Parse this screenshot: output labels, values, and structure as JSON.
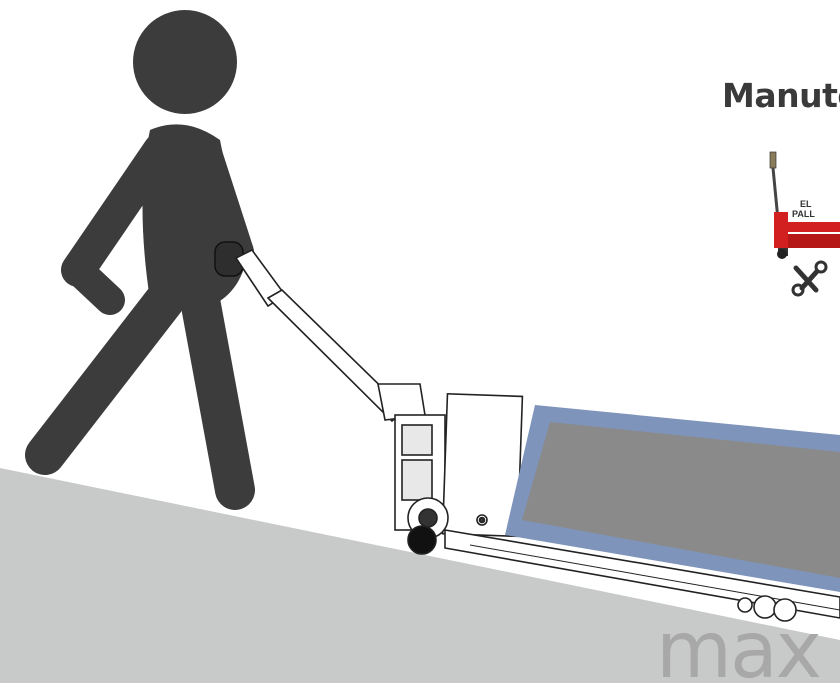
{
  "title": "Manute",
  "watermark": "max",
  "thumbnail": {
    "label_line1": "EL",
    "label_line2": "PALL",
    "icon": "tools-icon",
    "product_color": "#d21f1f"
  },
  "colors": {
    "person": "#3c3c3c",
    "ground": "#c8c9c9",
    "load_border": "#7f94bb",
    "load_fill": "#8a8a8a"
  }
}
